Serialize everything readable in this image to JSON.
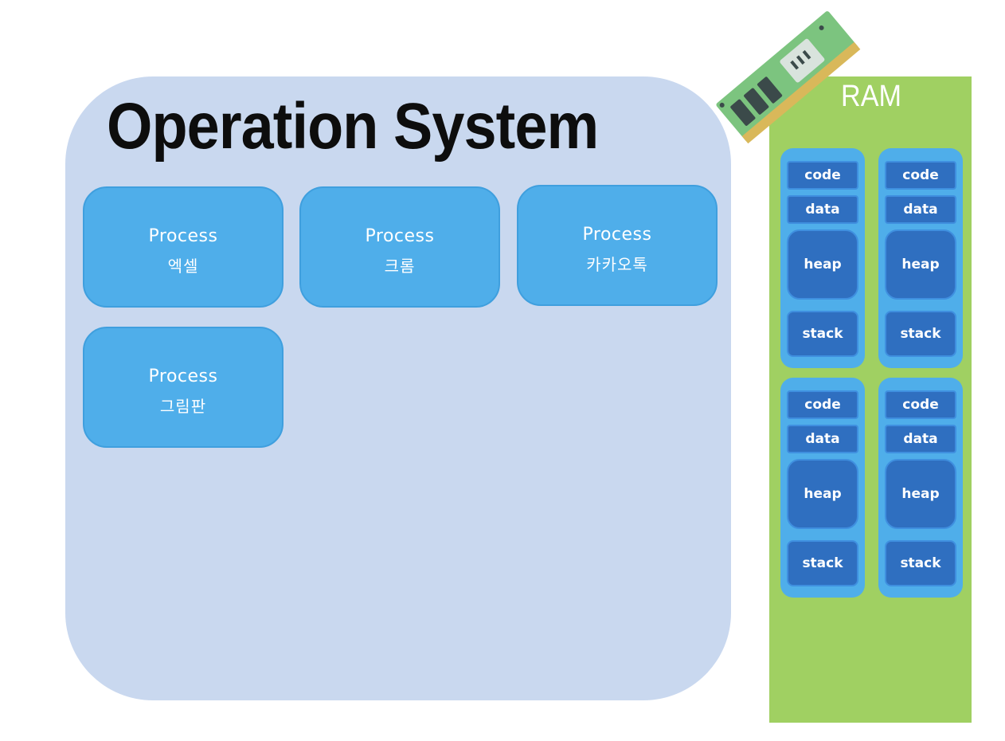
{
  "os": {
    "title": "Operation System"
  },
  "processes": [
    {
      "label": "Process",
      "name": "엑셀"
    },
    {
      "label": "Process",
      "name": "크롬"
    },
    {
      "label": "Process",
      "name": "카카오톡"
    },
    {
      "label": "Process",
      "name": "그림판"
    }
  ],
  "ram": {
    "label": "RAM",
    "blocks": [
      {
        "code": "code",
        "data": "data",
        "heap": "heap",
        "stack": "stack"
      },
      {
        "code": "code",
        "data": "data",
        "heap": "heap",
        "stack": "stack"
      },
      {
        "code": "code",
        "data": "data",
        "heap": "heap",
        "stack": "stack"
      },
      {
        "code": "code",
        "data": "data",
        "heap": "heap",
        "stack": "stack"
      }
    ]
  },
  "icons": {
    "ram_chip": "ram-chip-icon"
  },
  "colors": {
    "os_background": "#c9d8ef",
    "process_fill": "#4faeea",
    "ram_background": "#a0d062",
    "segment_fill": "#2f6fc0"
  }
}
